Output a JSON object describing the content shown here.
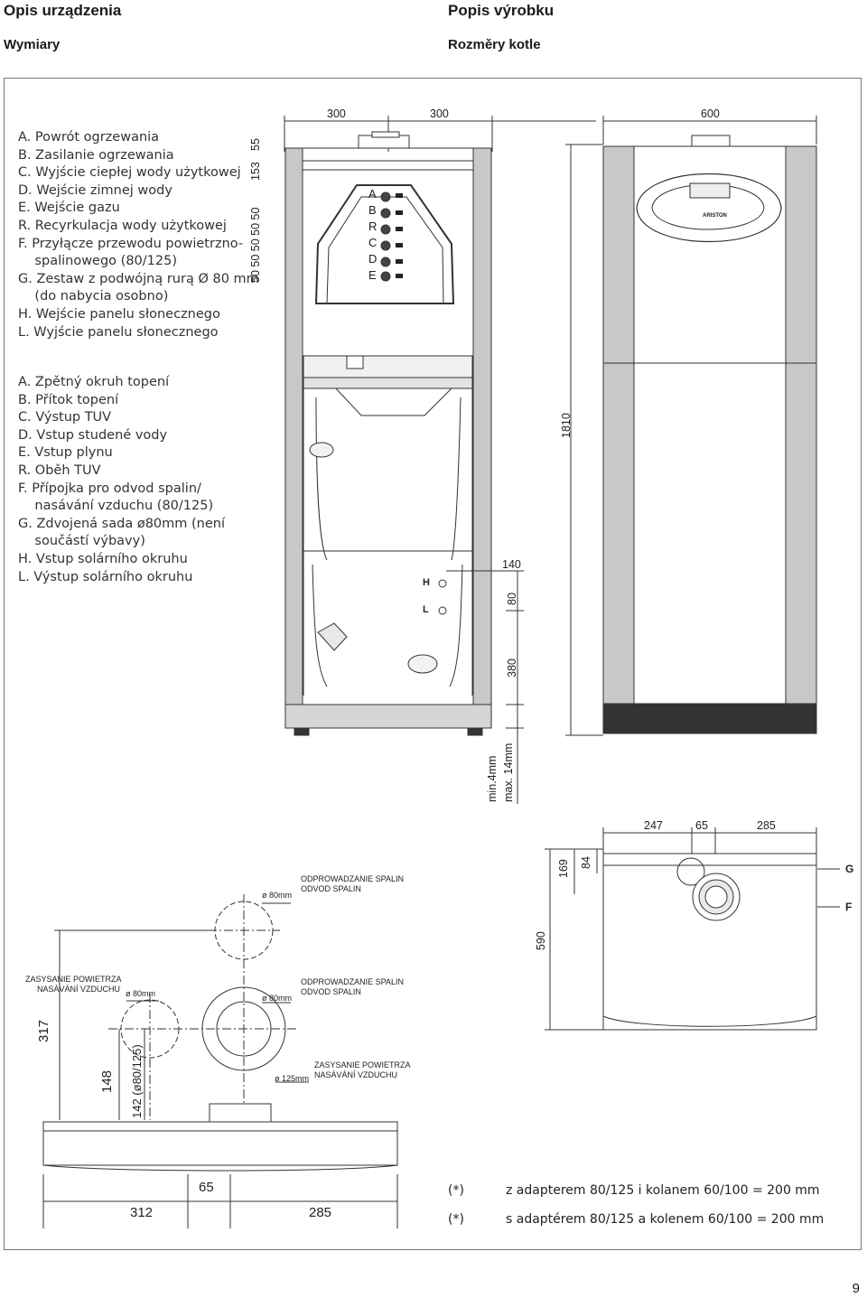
{
  "header": {
    "left_title": "Opis urządzenia",
    "left_subtitle": "Wymiary",
    "right_title": "Popis výrobku",
    "right_subtitle": "Rozměry kotle"
  },
  "legend_pl": [
    "A. Powrót ogrzewania",
    "B. Zasilanie ogrzewania",
    "C. Wyjście ciepłej wody użytkowej",
    "D. Wejście zimnej wody",
    "E. Wejście gazu",
    "R. Recyrkulacja wody użytkowej",
    "F. Przyłącze przewodu powietrzno-",
    "    spalinowego (80/125)",
    "G. Zestaw z podwójną rurą Ø 80 mm",
    "    (do nabycia osobno)",
    "H. Wejście panelu słonecznego",
    "L. Wyjście panelu słonecznego"
  ],
  "legend_cz": [
    "A. Zpětný okruh topení",
    "B. Přítok topení",
    "C. Výstup TUV",
    "D. Vstup studené vody",
    "E. Vstup plynu",
    "R. Oběh TUV",
    "F. Přípojka pro odvod spalin/",
    "    nasávání vzduchu (80/125)",
    "G. Zdvojená sada ø80mm (není",
    "    součástí výbavy)",
    "H. Vstup solárního okruhu",
    "L. Výstup solárního okruhu"
  ],
  "connector_letters": [
    "A",
    "B",
    "R",
    "C",
    "D",
    "E"
  ],
  "dims": {
    "w300a": "300",
    "w300b": "300",
    "w600": "600",
    "h55": "55",
    "h153": "153",
    "h_stack": "50 50 50 50 50",
    "h1810": "1810",
    "h140": "140",
    "h80": "80",
    "h380": "380",
    "min_gap": "min.4mm",
    "max_gap": "max. 14mm",
    "hl_h": "H",
    "hl_l": "L",
    "top_247": "247",
    "top_65": "65",
    "top_285": "285",
    "top_169": "169",
    "top_84": "84",
    "top_590": "590",
    "top_g": "G",
    "top_f": "F",
    "b_317": "317",
    "b_148": "148",
    "b_142": "142 (ø80/125)",
    "b_65": "65",
    "b_312": "312",
    "b_285": "285"
  },
  "flue_labels": {
    "d80_a": "ø 80mm",
    "out_a1": "ODPROWADZANIE SPALIN",
    "out_a2": "ODVOD SPALIN",
    "in_b1": "ZASYSANIE POWIETRZA",
    "in_b2": "NASÁVÁNÍ VZDUCHU",
    "d80_b": "ø 80mm",
    "d80_c": "ø 80mm",
    "out_c1": "ODPROWADZANIE SPALIN",
    "out_c2": "ODVOD SPALIN",
    "d125": "ø 125mm",
    "in_d1": "ZASYSANIE POWIETRZA",
    "in_d2": "NASÁVÁNÍ VZDUCHU"
  },
  "notes": {
    "mark1": "(*)",
    "note_pl": "z adapterem 80/125 i kolanem 60/100 = 200 mm",
    "mark2": "(*)",
    "note_cz": "s adaptérem 80/125 a kolenem 60/100 = 200 mm"
  },
  "brand": "ARISTON",
  "page_number": "9"
}
